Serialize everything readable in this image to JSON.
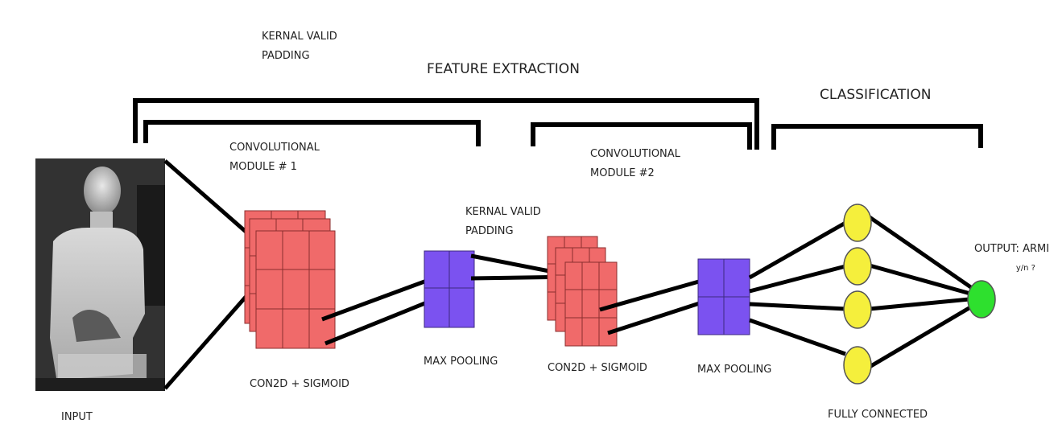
{
  "labels": {
    "header_kernal_line1": "KERNAL VALID",
    "header_kernal_line2": "PADDING",
    "feature_extraction": "FEATURE EXTRACTION",
    "classification": "CLASSIFICATION",
    "conv_module_1_line1": "CONVOLUTIONAL",
    "conv_module_1_line2": "MODULE # 1",
    "conv_module_2_line1": "CONVOLUTIONAL",
    "conv_module_2_line2": "MODULE #2",
    "kernal_mid_line1": "KERNAL VALID",
    "kernal_mid_line2": "PADDING",
    "output_line1": "OUTPUT: ARMI",
    "output_line2": "y/n ?",
    "conv2d_1": "CON2D + SIGMOID",
    "maxpool_1": "MAX POOLING",
    "conv2d_2": "CON2D + SIGMOID",
    "maxpool_2": "MAX POOLING",
    "input": "INPUT",
    "fully_connected": "FULLY CONNECTED"
  },
  "colors": {
    "feature_map": "#f06a6a",
    "pooling": "#7b52f0",
    "hidden_node": "#f5ef3c",
    "output_node": "#2ee02e",
    "line": "#000000"
  },
  "image_content": "thermal image of a seated person"
}
